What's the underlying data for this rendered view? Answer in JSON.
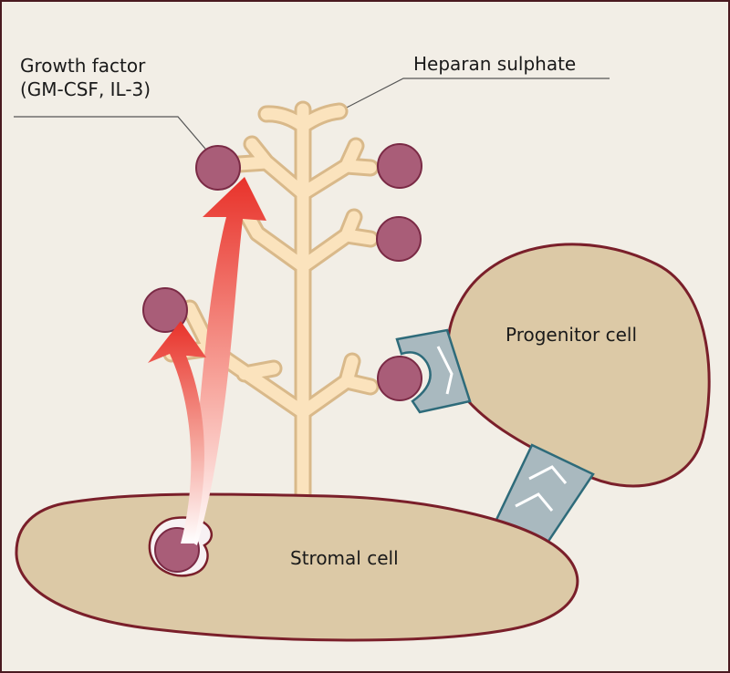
{
  "labels": {
    "growth_factor_line1": "Growth factor",
    "growth_factor_line2": "(GM-CSF, IL-3)",
    "heparan_sulphate": "Heparan sulphate",
    "progenitor_cell": "Progenitor cell",
    "stromal_cell": "Stromal cell"
  },
  "colors": {
    "background": "#f2eee6",
    "cell_fill": "#dcc9a6",
    "cell_outline": "#7a1f2a",
    "heparan_fill": "#fbe3bd",
    "heparan_stroke": "#d9b98a",
    "growth_factor_fill": "#a95d78",
    "growth_factor_stroke": "#7a2a45",
    "receptor_fill": "#a9b9bf",
    "receptor_stroke": "#2e6b7a",
    "arrow_red": "#e8322a",
    "frame": "#4a1a20"
  }
}
